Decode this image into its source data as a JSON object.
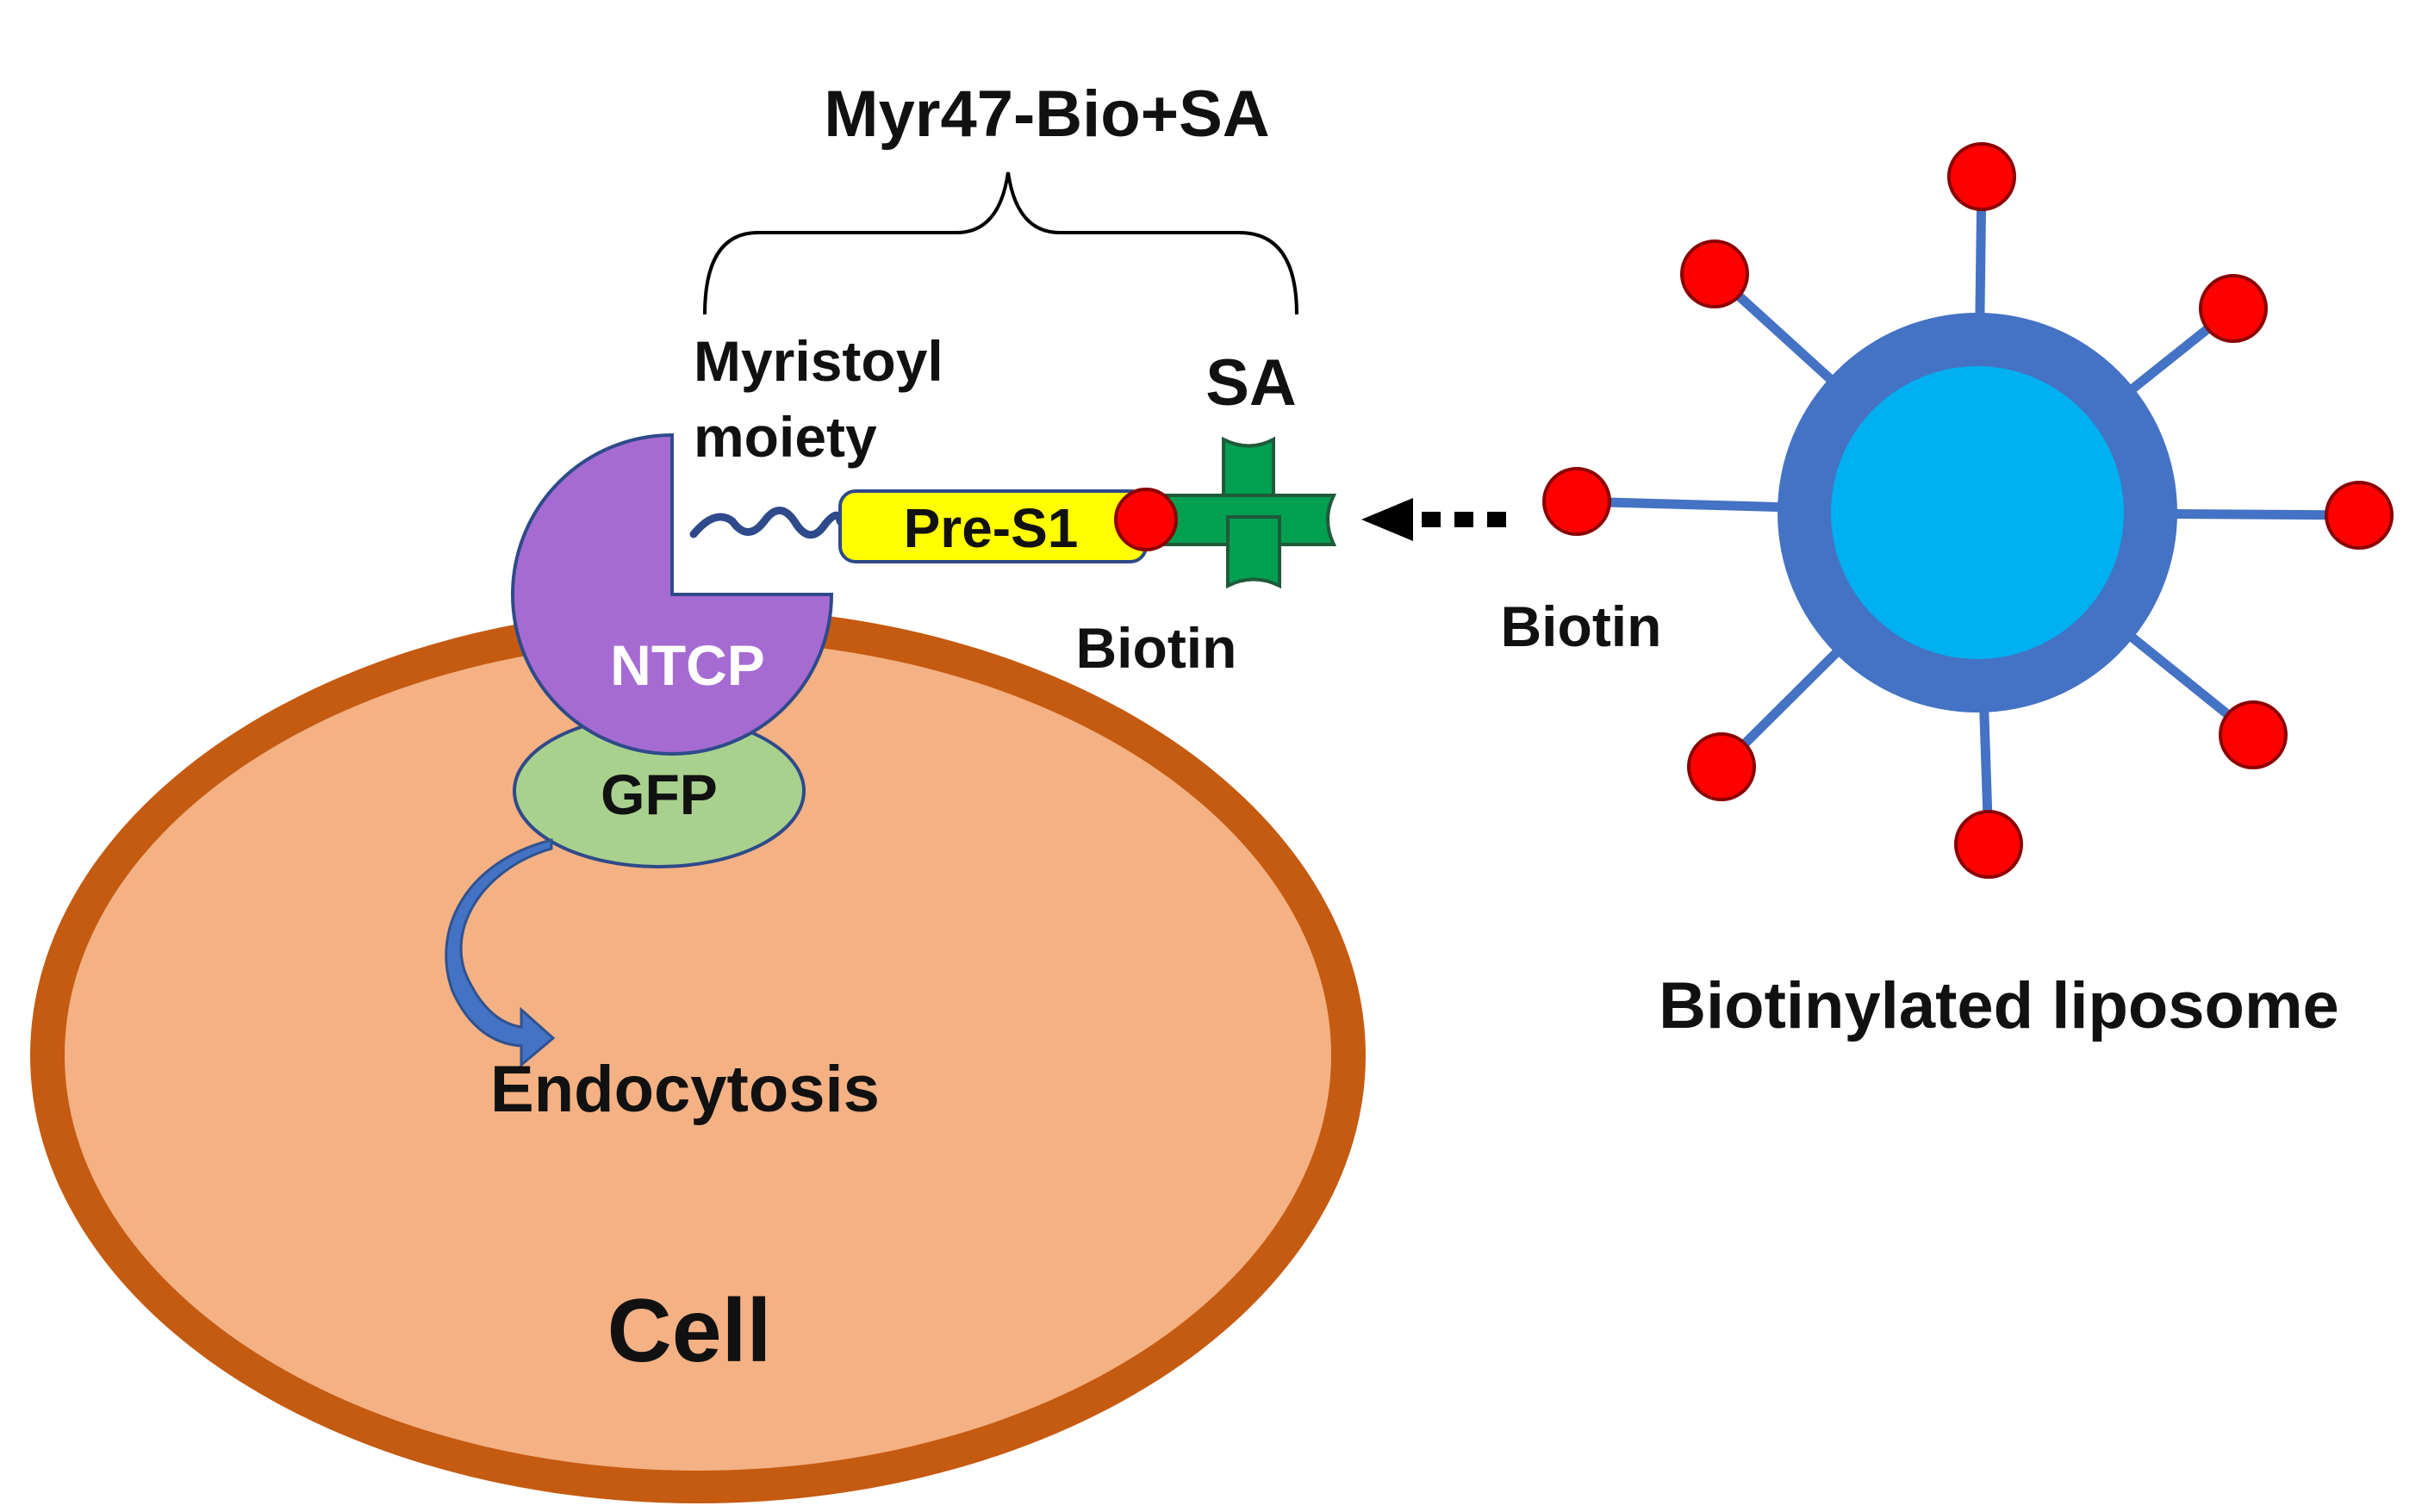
{
  "labels": {
    "complex": "Myr47-Bio+SA",
    "myristoyl_line1": "Myristoyl",
    "myristoyl_line2": "moiety",
    "sa": "SA",
    "pre_s1": "Pre-S1",
    "biotin_left": "Biotin",
    "biotin_right": "Biotin",
    "ntcp": "NTCP",
    "gfp": "GFP",
    "endocytosis": "Endocytosis",
    "cell": "Cell",
    "liposome": "Biotinylated liposome"
  },
  "colors": {
    "cell_membrane": "#c55a11",
    "cell_interior": "#f4b183",
    "ntcp": "#a66bd3",
    "gfp": "#a9d18e",
    "pre_s1": "#ffff00",
    "biotin": "#ff0000",
    "streptavidin": "#00a050",
    "liposome_shell": "#4472c4",
    "liposome_core": "#00b0f0",
    "myristoyl_chain": "#2f4a8a",
    "endocytosis_arrow": "#4472c4"
  }
}
